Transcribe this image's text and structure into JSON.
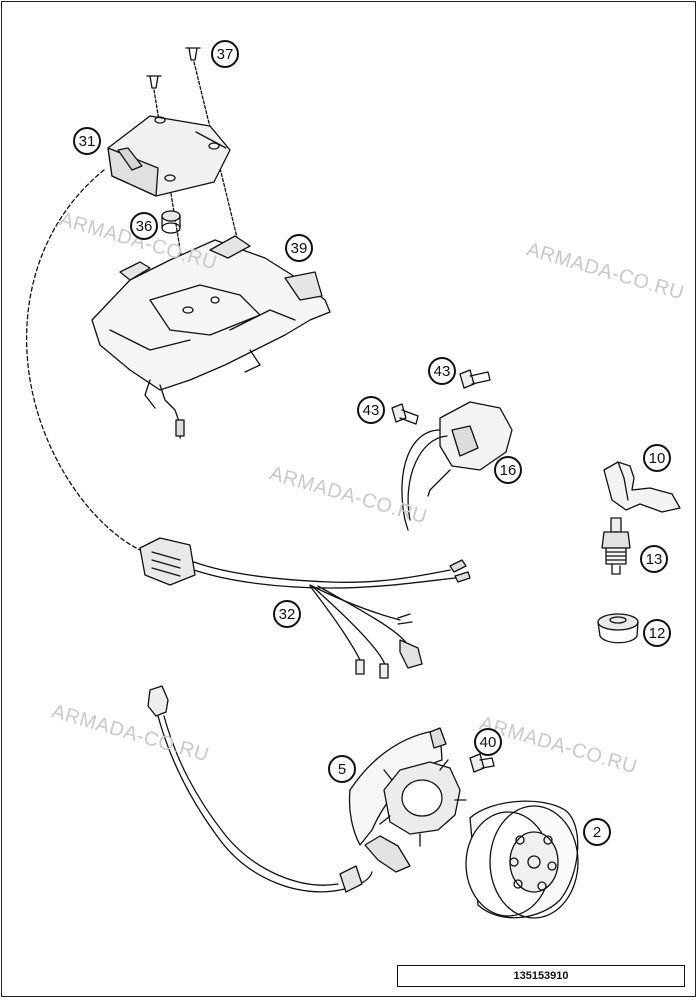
{
  "watermark": {
    "text": "ARMADA-CO.RU"
  },
  "callouts": {
    "p2": "2",
    "p5": "5",
    "p10": "10",
    "p12": "12",
    "p13": "13",
    "p16": "16",
    "p31": "31",
    "p32": "32",
    "p36": "36",
    "p37": "37",
    "p39": "39",
    "p40": "40",
    "p43a": "43",
    "p43b": "43"
  },
  "figure_number": "135153910"
}
